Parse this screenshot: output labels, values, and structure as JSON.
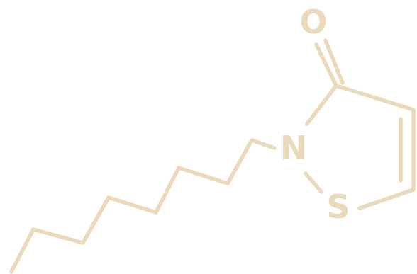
{
  "molecule": {
    "atoms": {
      "oxygen": "O",
      "nitrogen": "N",
      "sulfur": "S"
    },
    "colors": {
      "bond": "#ead9bb",
      "label": "#ead9bb",
      "background": "#ffffff"
    }
  }
}
